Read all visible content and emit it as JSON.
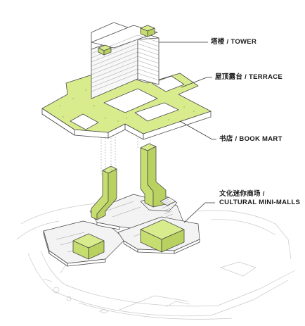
{
  "labels": {
    "tower": "塔楼 / TOWER",
    "terrace": "屋顶露台 / TERRACE",
    "bookmart": "书店 / BOOK MART",
    "malls_cn": "文化迷你商场 /",
    "malls_en": "CULTURAL MINI-MALLS"
  },
  "colors": {
    "accent_lime": "#d8ec8e",
    "line": "#4a4a4a",
    "site": "#c9c9c9"
  }
}
